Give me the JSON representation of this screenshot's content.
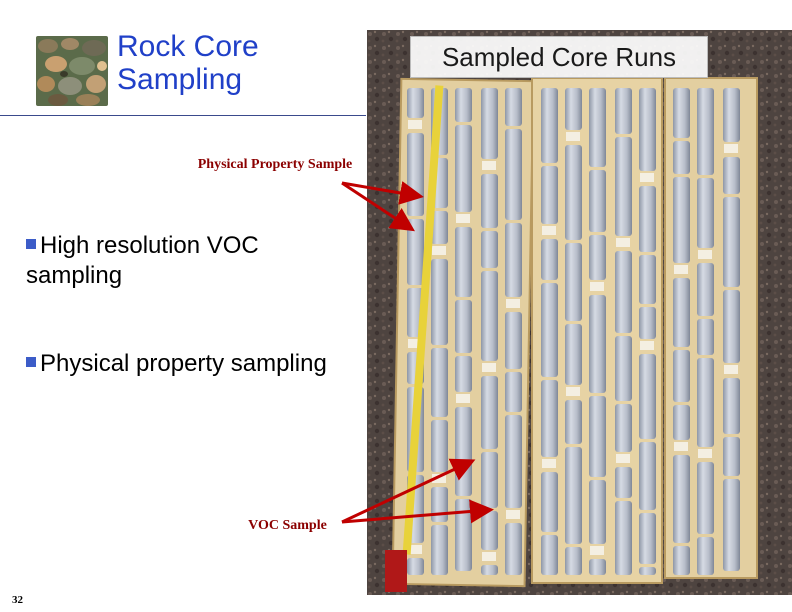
{
  "slide": {
    "title": "Rock Core Sampling",
    "page_number": "32"
  },
  "callouts": {
    "physical_property": "Physical Property Sample",
    "voc": "VOC Sample"
  },
  "bullets": [
    "High resolution VOC sampling",
    "Physical property sampling"
  ],
  "photo": {
    "caption": "Sampled Core Runs"
  },
  "colors": {
    "title": "#2040c8",
    "callout": "#8b0000",
    "arrow": "#c00000",
    "bullet_marker": "#3c5cc8"
  }
}
